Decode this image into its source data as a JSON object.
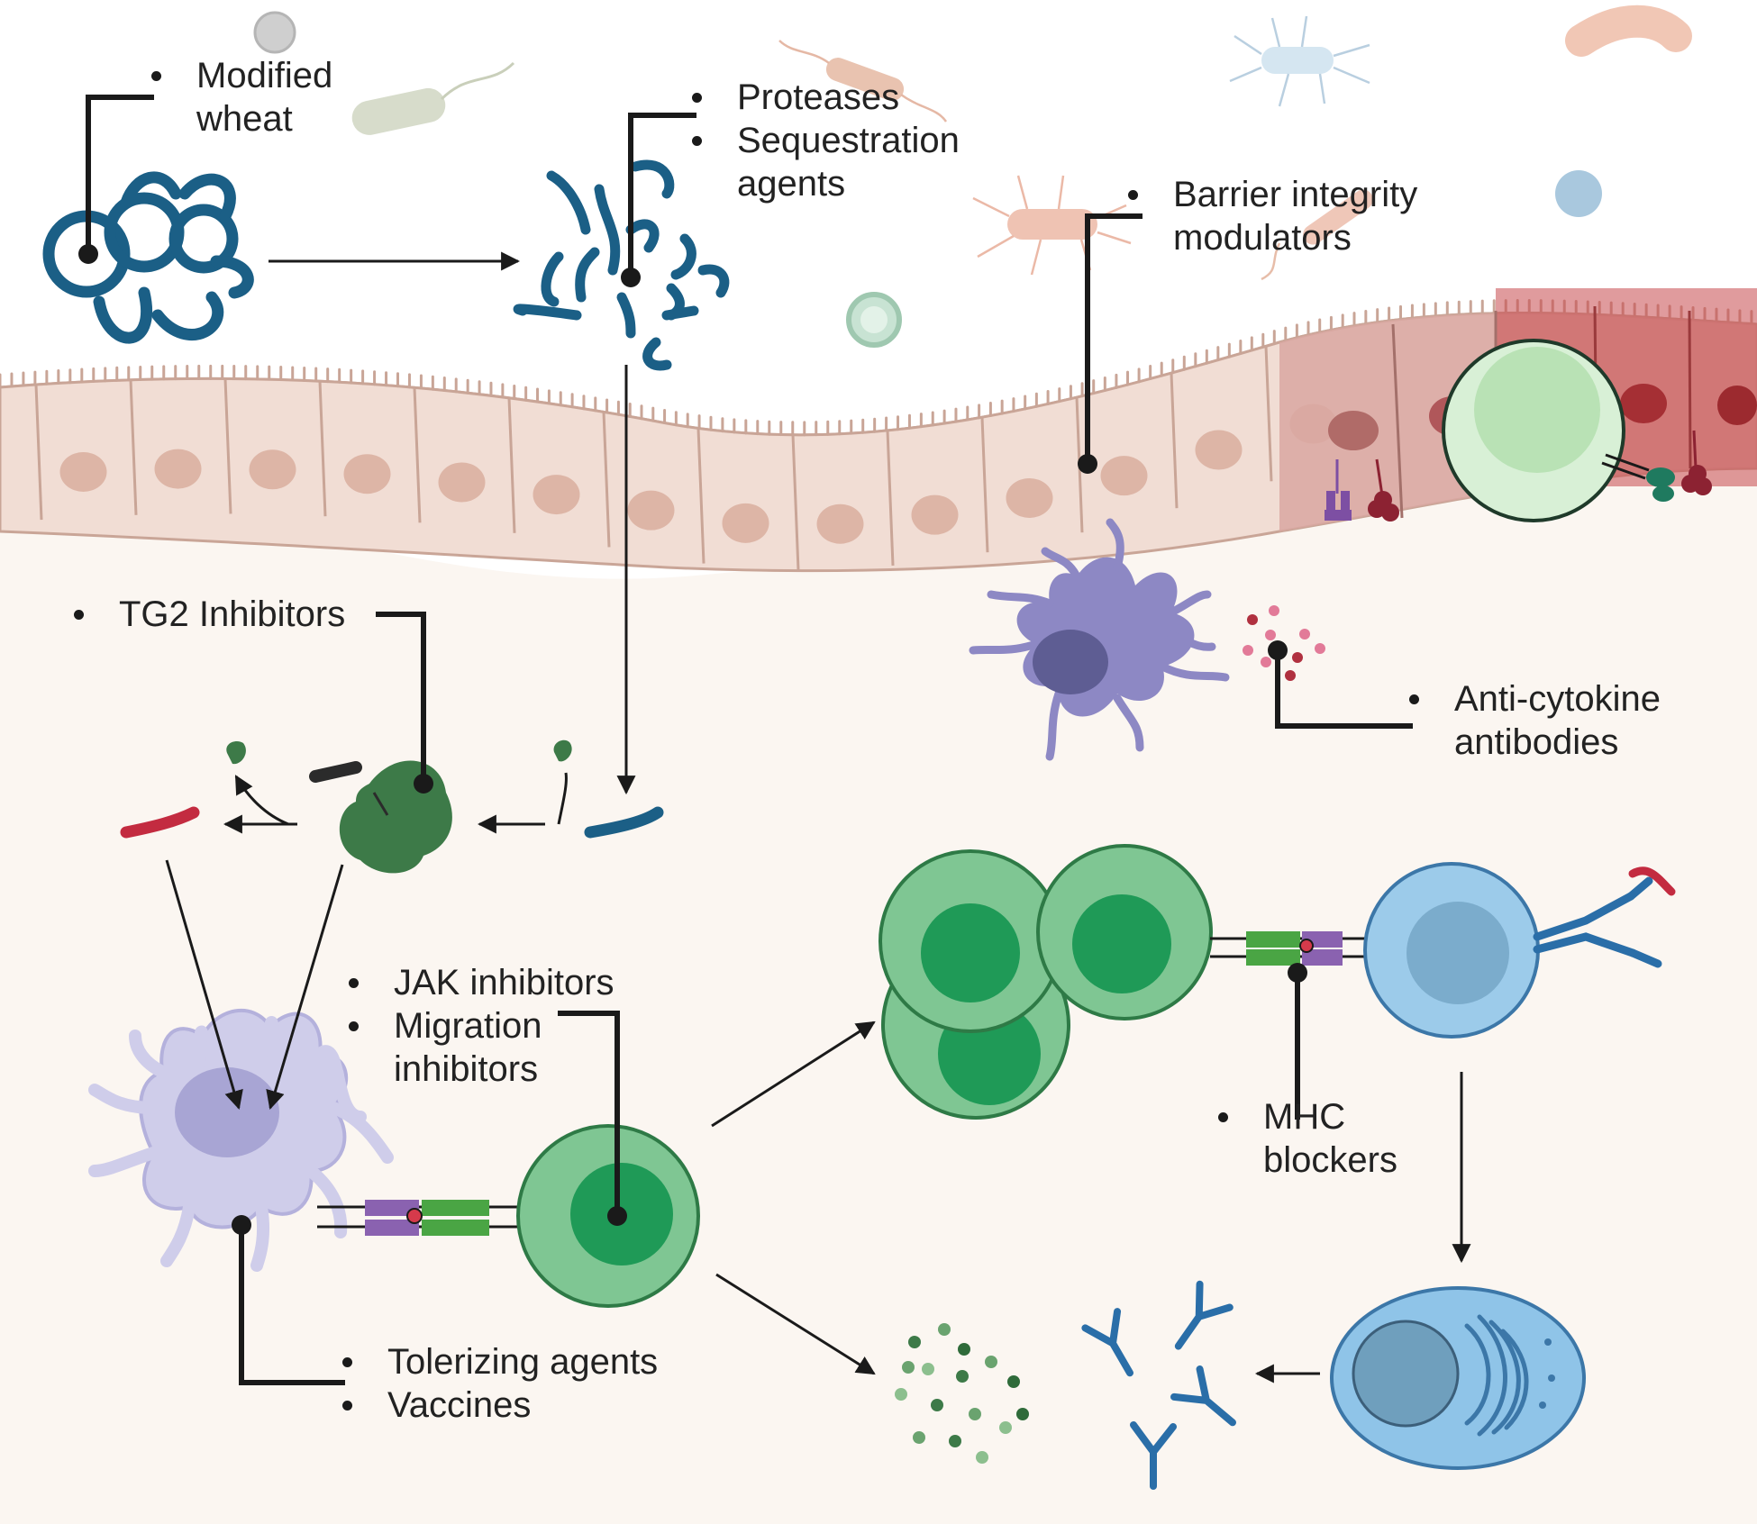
{
  "colors": {
    "lumen_background": "#ffffff",
    "lamina_propria": "#fbf6f1",
    "epithelium": "#f1ddd4",
    "epithelium_outline": "#c9a597",
    "nucleus": "#ddb5a6",
    "inflamed_epithelium": "#d9a7a1",
    "inflamed_epithelium_dark": "#c6494c",
    "gluten": "#1b5f86",
    "deamidated_peptide": "#c32b40",
    "tg2": "#3d7a48",
    "dendritic_cell_lamina": "#8d88c4",
    "antigen_presenting_cell": "#cfcdea",
    "t_cell": "#7fc693",
    "t_cell_nucleus": "#1f9a57",
    "b_cell": "#9ccbea",
    "plasma_cell": "#8fc4e8",
    "antibody": "#2a6ea8",
    "mhc": "#8a62b0",
    "tcr": "#4aa544",
    "callout_line": "#1a1a1a"
  },
  "labels": {
    "modified_wheat": [
      "Modified",
      "wheat"
    ],
    "proteases": [
      "Proteases",
      "Sequestration",
      "agents"
    ],
    "barrier": [
      "Barrier integrity",
      "modulators"
    ],
    "tg2": [
      "TG2 Inhibitors"
    ],
    "anti_cytokine": [
      "Anti-cytokine",
      "antibodies"
    ],
    "jak": [
      "JAK inhibitors",
      "Migration",
      "inhibitors"
    ],
    "mhc": [
      "MHC",
      "blockers"
    ],
    "tolerizing": [
      "Tolerizing agents",
      "Vaccines"
    ]
  },
  "icons": [
    "gluten-protein-icon",
    "peptide-fragments-icon",
    "bacteria-icon",
    "virus-icon",
    "epithelial-cell-icon",
    "intraepithelial-lymphocyte-icon",
    "dendritic-cell-icon",
    "cytokine-dots-icon",
    "tg2-enzyme-icon",
    "antigen-presenting-cell-icon",
    "t-cell-icon",
    "b-cell-icon",
    "plasma-cell-icon",
    "antibody-icon",
    "mhc-tcr-complex-icon"
  ]
}
